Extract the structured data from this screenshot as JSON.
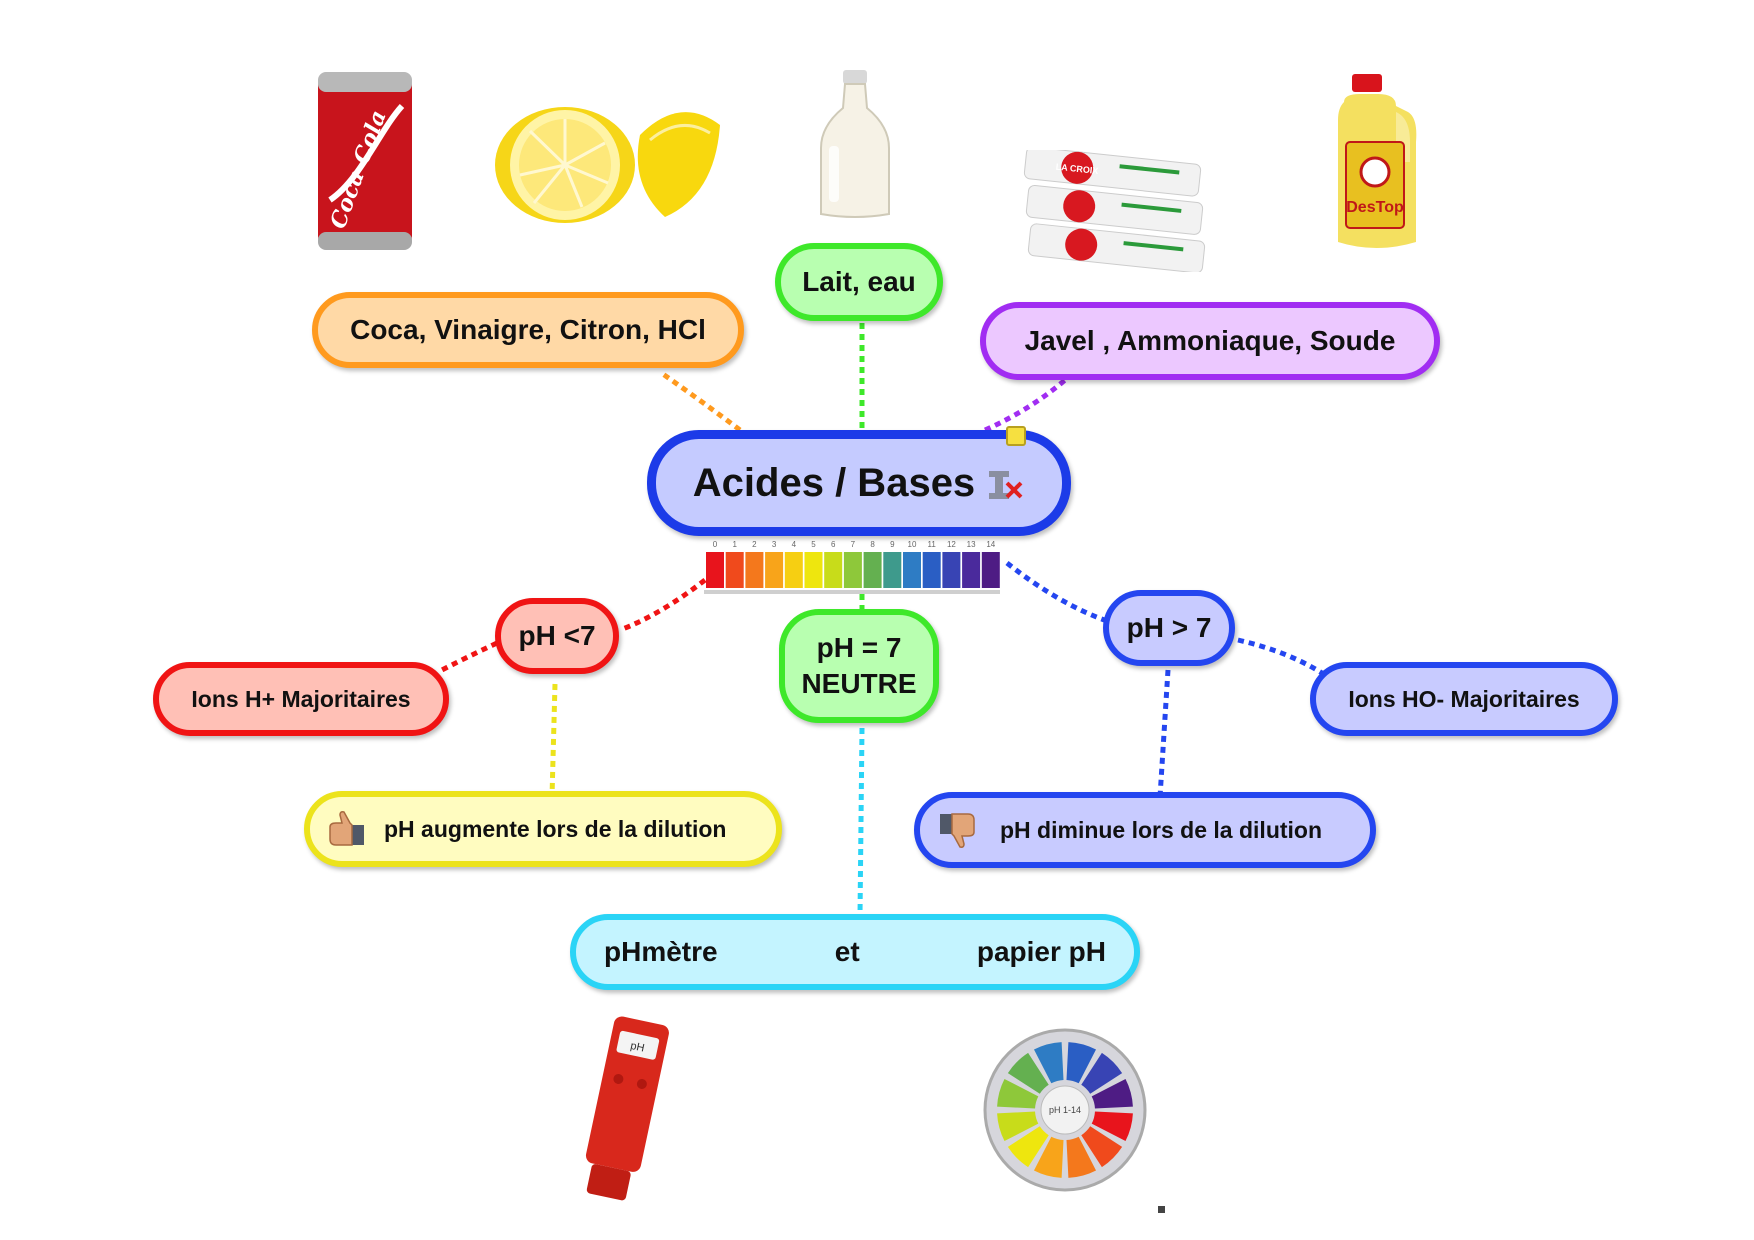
{
  "center": {
    "title": "Acides /  Bases"
  },
  "acid_examples": "Coca, Vinaigre, Citron, HCl",
  "neutral_examples": "Lait, eau",
  "base_examples": "Javel , Ammoniaque, Soude",
  "acid": {
    "label": "pH <7",
    "ions": "Ions H+ Majoritaires",
    "dilution": "pH augmente lors de la dilution"
  },
  "neutral": {
    "line1": "pH = 7",
    "line2": "NEUTRE"
  },
  "base": {
    "label": "pH > 7",
    "ions": "Ions HO- Majoritaires",
    "dilution": "pH diminue lors de la dilution"
  },
  "measure": {
    "part1": "pHmètre",
    "part2": "et",
    "part3": "papier pH"
  },
  "ph_scale": {
    "ticks": [
      "0",
      "1",
      "2",
      "3",
      "4",
      "5",
      "6",
      "7",
      "8",
      "9",
      "10",
      "11",
      "12",
      "13",
      "14"
    ],
    "colors": [
      "#e8141c",
      "#f04a1c",
      "#f4781c",
      "#f8a41a",
      "#f6cf12",
      "#eee60e",
      "#c8dc1a",
      "#8ec83a",
      "#64b050",
      "#3e9a8c",
      "#2e7cc4",
      "#2a5ec4",
      "#3844b4",
      "#4a2a9c",
      "#4e1c84"
    ]
  },
  "pictures": {
    "coca_label": "Coca-Cola",
    "destop_label": "DesTop",
    "lacroix_label": "LA CROIX",
    "meter_label": "pH",
    "paper_label": "pH 1-14"
  },
  "icons": [
    "thumbs-up-icon",
    "thumbs-down-icon",
    "attachment-icon"
  ]
}
